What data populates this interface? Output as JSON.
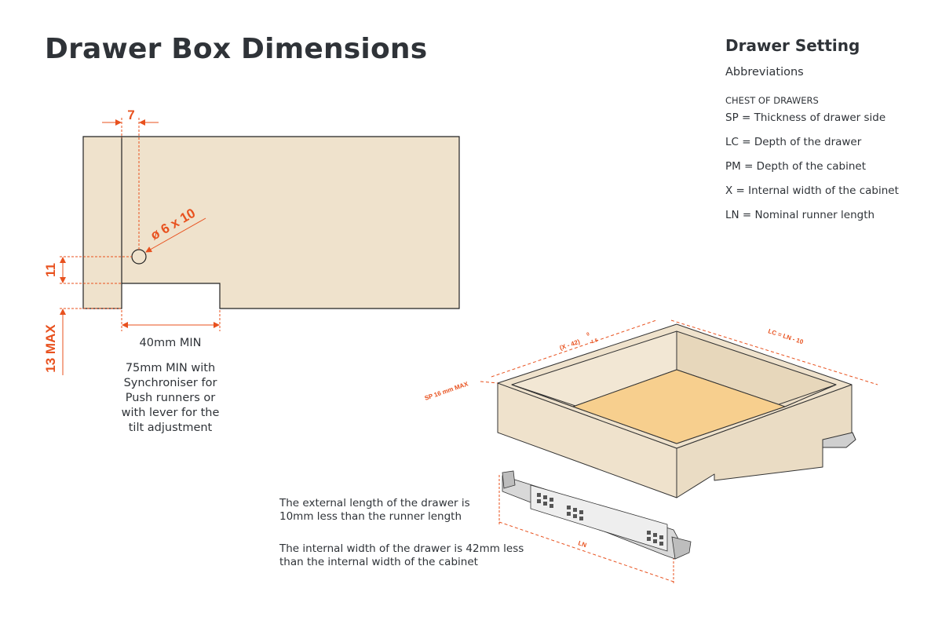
{
  "title": "Drawer Box Dimensions",
  "sidebar": {
    "title": "Drawer Setting",
    "subtitle": "Abbreviations",
    "caption": "CHEST OF DRAWERS",
    "items": [
      "SP = Thickness of drawer side",
      "LC = Depth of the drawer",
      "PM = Depth of the cabinet",
      "X = Internal width of the cabinet",
      "LN = Nominal runner length"
    ]
  },
  "detail": {
    "dim_top": "7",
    "hole_label": "ø 6 x 10",
    "dim_left": "11",
    "dim_max": "13 MAX",
    "notch_label": "40mm MIN",
    "notch_note": "75mm MIN with\nSynchroniser for\nPush runners or\nwith lever for the\ntilt adjustment"
  },
  "iso": {
    "width_label": "(X - 42)",
    "width_tol_upper": "0",
    "width_tol_lower": "-1.5",
    "depth_label": "LC = LN - 10",
    "side_label": "SP 16 mm MAX",
    "runner_label": "LN"
  },
  "notes": {
    "external": "The external length of the drawer is\n10mm less than the runner length",
    "internal": "The internal width of the drawer is 42mm less\nthan the internal width of the cabinet"
  },
  "colors": {
    "accent": "#e8511e",
    "board": "#efe2cc",
    "bottom": "#f7cf8e",
    "text": "#2f3338"
  }
}
